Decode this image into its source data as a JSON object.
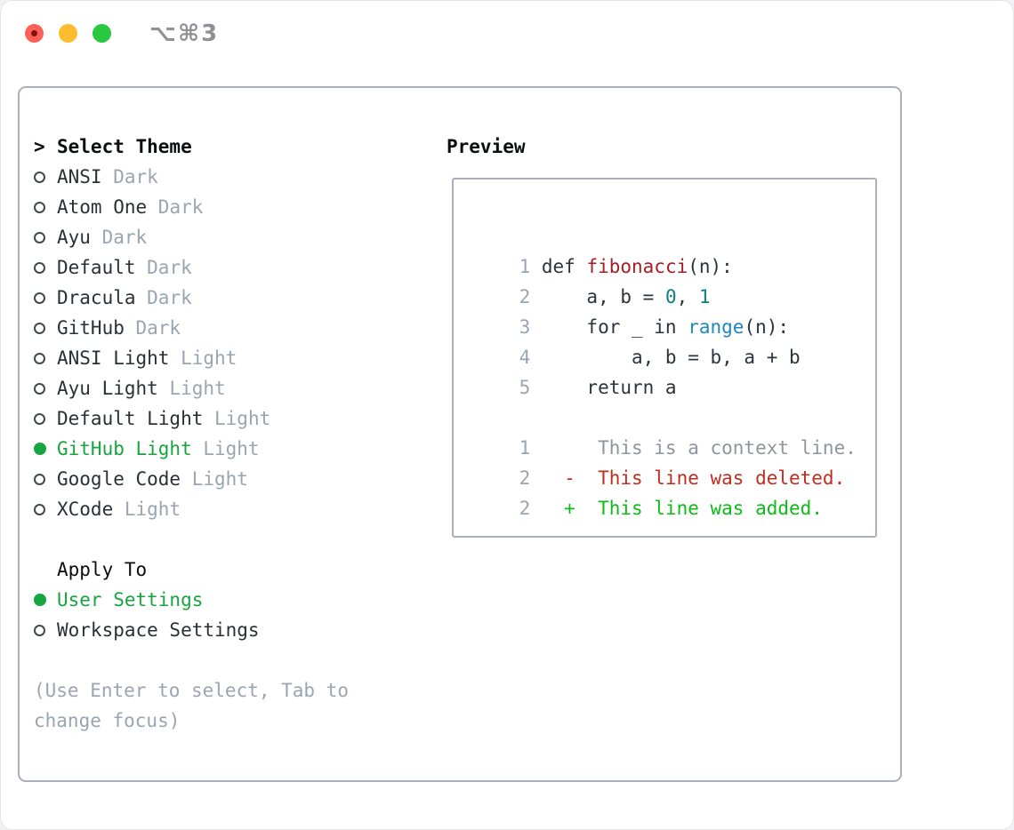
{
  "window": {
    "title": "⌥⌘3",
    "traffic_lights": [
      "close",
      "minimize",
      "zoom"
    ]
  },
  "picker": {
    "pointer": ">",
    "title": "Select Theme",
    "themes": [
      {
        "name": "ANSI",
        "tag": "Dark",
        "selected": false
      },
      {
        "name": "Atom One",
        "tag": "Dark",
        "selected": false
      },
      {
        "name": "Ayu",
        "tag": "Dark",
        "selected": false
      },
      {
        "name": "Default",
        "tag": "Dark",
        "selected": false
      },
      {
        "name": "Dracula",
        "tag": "Dark",
        "selected": false
      },
      {
        "name": "GitHub",
        "tag": "Dark",
        "selected": false
      },
      {
        "name": "ANSI Light",
        "tag": "Light",
        "selected": false
      },
      {
        "name": "Ayu Light",
        "tag": "Light",
        "selected": false
      },
      {
        "name": "Default Light",
        "tag": "Light",
        "selected": false
      },
      {
        "name": "GitHub Light",
        "tag": "Light",
        "selected": true
      },
      {
        "name": "Google Code",
        "tag": "Light",
        "selected": false
      },
      {
        "name": "XCode",
        "tag": "Light",
        "selected": false
      }
    ],
    "apply_to": {
      "label": "Apply To",
      "options": [
        {
          "name": "User Settings",
          "selected": true
        },
        {
          "name": "Workspace Settings",
          "selected": false
        }
      ]
    },
    "hint": "(Use Enter to select, Tab to change focus)"
  },
  "preview": {
    "title": "Preview",
    "code_lines": [
      {
        "num": "1",
        "segments": [
          {
            "text": "def ",
            "style": "code"
          },
          {
            "text": "fibonacci",
            "style": "fn"
          },
          {
            "text": "(n):",
            "style": "code"
          }
        ]
      },
      {
        "num": "2",
        "segments": [
          {
            "text": "    a, b = ",
            "style": "code"
          },
          {
            "text": "0",
            "style": "num"
          },
          {
            "text": ", ",
            "style": "code"
          },
          {
            "text": "1",
            "style": "num"
          }
        ]
      },
      {
        "num": "3",
        "segments": [
          {
            "text": "    for _ in ",
            "style": "code"
          },
          {
            "text": "range",
            "style": "call"
          },
          {
            "text": "(n):",
            "style": "code"
          }
        ]
      },
      {
        "num": "4",
        "segments": [
          {
            "text": "        a, b = b, a + b",
            "style": "code"
          }
        ]
      },
      {
        "num": "5",
        "segments": [
          {
            "text": "    return a",
            "style": "code"
          }
        ]
      }
    ],
    "diff_lines": [
      {
        "num": "1",
        "marker": " ",
        "text": "This is a context line.",
        "type": "context"
      },
      {
        "num": "2",
        "marker": "-",
        "text": "This line was deleted.",
        "type": "deleted"
      },
      {
        "num": "2",
        "marker": "+",
        "text": "This line was added.",
        "type": "added"
      }
    ]
  },
  "colors": {
    "selected_green": "#17a53f",
    "added_green": "#0bbd15",
    "deleted_red": "#c22d1e",
    "function_red": "#a91d22",
    "number_teal": "#0d7e80",
    "call_blue": "#1d87c2",
    "text_ink": "#2b3036",
    "muted_gray": "#9aa5b1",
    "panel_border": "#a8b0bb",
    "traffic_red": "#ff5f57",
    "traffic_yellow": "#febc2e",
    "traffic_green": "#28c840"
  }
}
